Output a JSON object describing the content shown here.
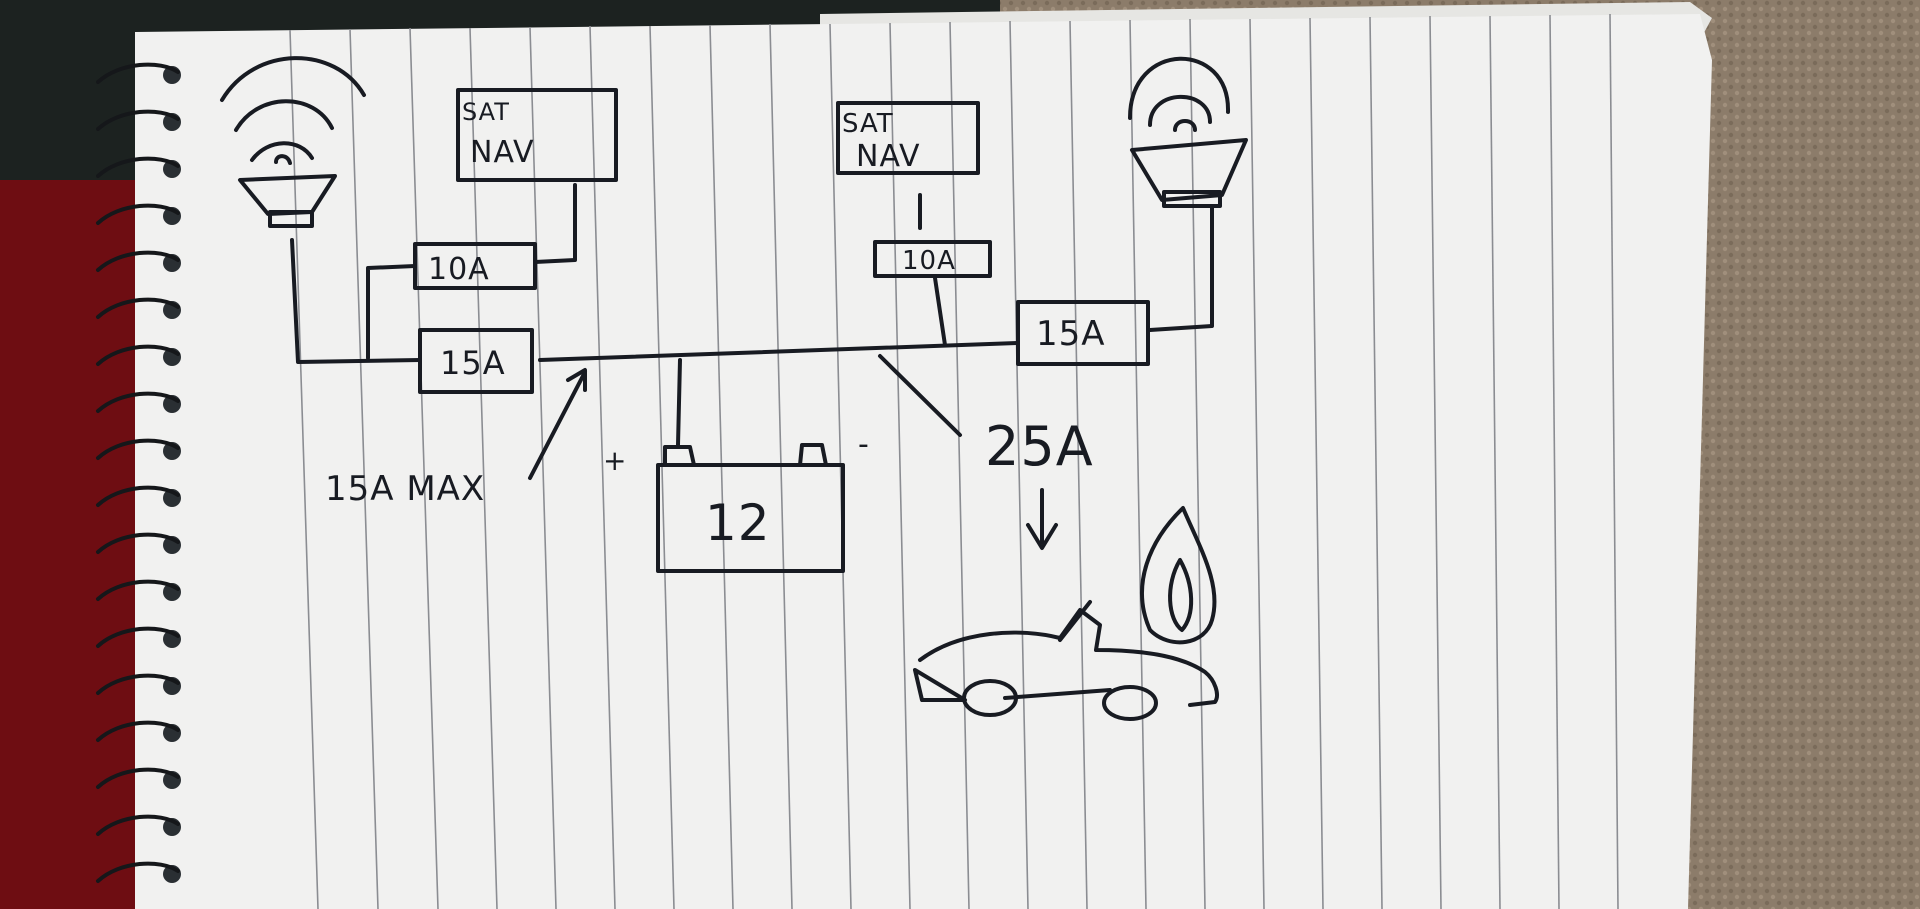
{
  "colors": {
    "ink": "#181b22",
    "paper": "#f1f1f0",
    "rule_line": "#8b8d92",
    "carpet": "#8c7c6a",
    "red_fabric": "#6e0d12",
    "dark_top": "#1c2220",
    "spiral": "#15171a"
  },
  "icons": [
    "speaker-icon",
    "fire-icon",
    "car-icon",
    "spiral-binding"
  ],
  "labels": {
    "sat_nav_left_line1": "SAT",
    "sat_nav_left_line2": "NAV",
    "sat_nav_right_line1": "SAT",
    "sat_nav_right_line2": "NAV",
    "fuse_left_top": "10A",
    "fuse_left_bottom": "15A",
    "fuse_right_top": "10A",
    "fuse_right_bottom": "15A",
    "max_note": "15A MAX",
    "battery": "12",
    "battery_plus": "+",
    "battery_minus": "-",
    "total_current": "25A"
  }
}
